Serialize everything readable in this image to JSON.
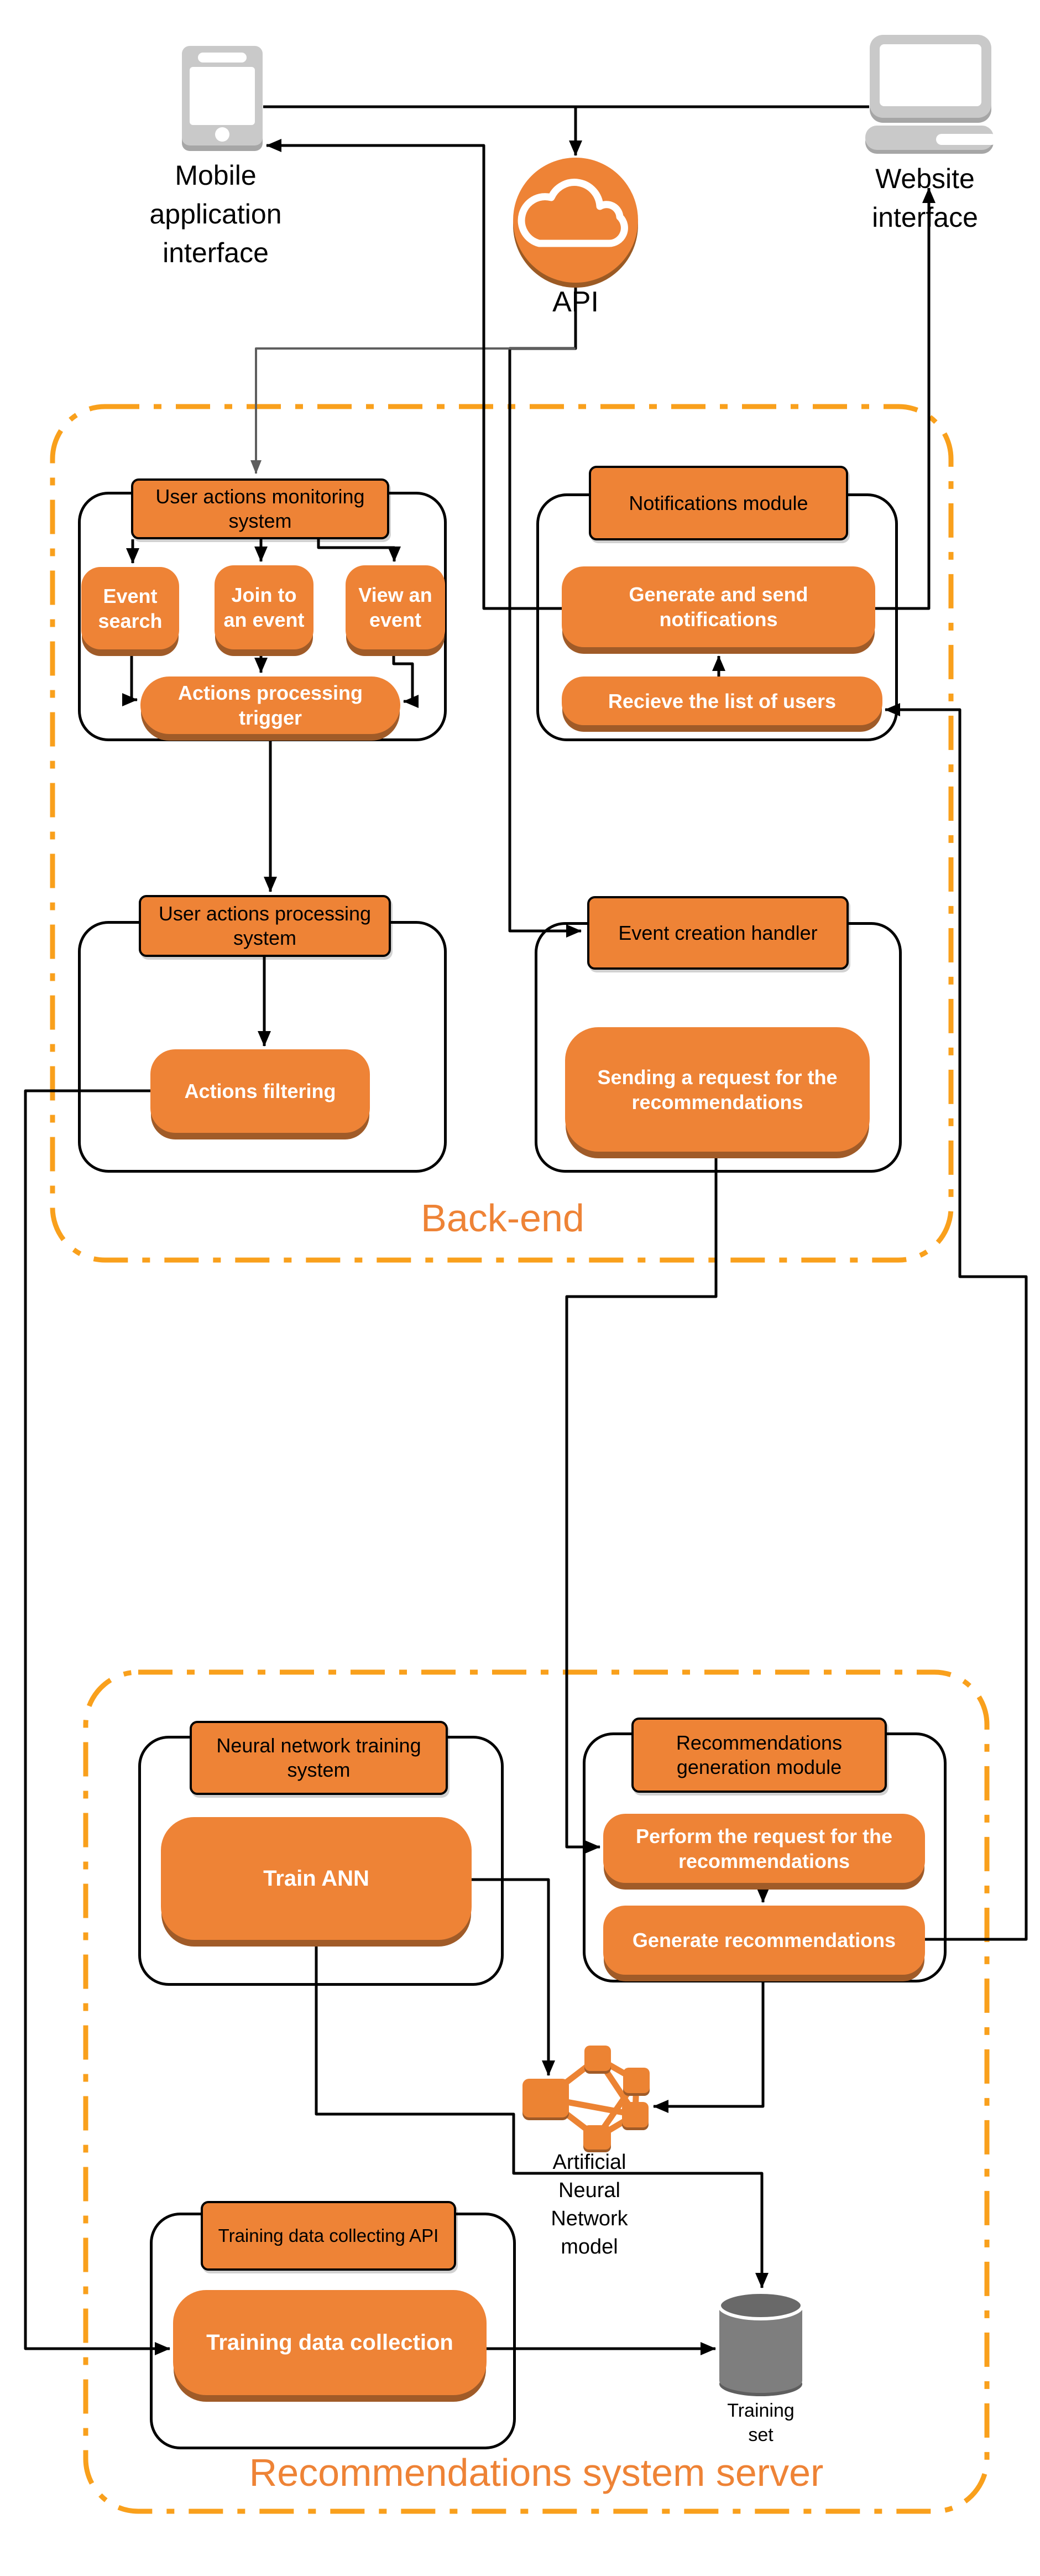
{
  "colors": {
    "box_orange": "#EE8336",
    "box_shadow": "#A05B28",
    "dashed_border": "#F9A01C",
    "section_label": "#EE8336",
    "connector": "#000000",
    "gray_connector": "#5E5E5E",
    "device_gray": "#C9C9C9",
    "cylinder_gray": "#7E7E7E"
  },
  "top": {
    "mobile_label": "Mobile application interface",
    "api_label": "API",
    "website_label": "Website interface"
  },
  "backend": {
    "label": "Back-end",
    "monitoring": {
      "title": "User actions monitoring system",
      "event_search": "Event search",
      "join_event": "Join to an event",
      "view_event": "View an event",
      "trigger": "Actions processing trigger"
    },
    "notifications": {
      "title": "Notifications module",
      "generate": "Generate and send notifications",
      "receive": "Recieve the list of users"
    },
    "processing": {
      "title": "User actions processing system",
      "filtering": "Actions filtering"
    },
    "event_creation": {
      "title": "Event creation handler",
      "sending": "Sending a request for the recommendations"
    }
  },
  "server": {
    "label": "Recommendations system server",
    "nn_training": {
      "title": "Neural network training system",
      "train": "Train ANN"
    },
    "rec_generation": {
      "title": "Recommendations generation module",
      "perform": "Perform the request for the recommendations",
      "generate": "Generate recommendations"
    },
    "ann_model_label": "Artificial Neural Network model",
    "data_collecting": {
      "title": "Training data collecting API",
      "collection": "Training data collection"
    },
    "training_set_label": "Training set"
  }
}
